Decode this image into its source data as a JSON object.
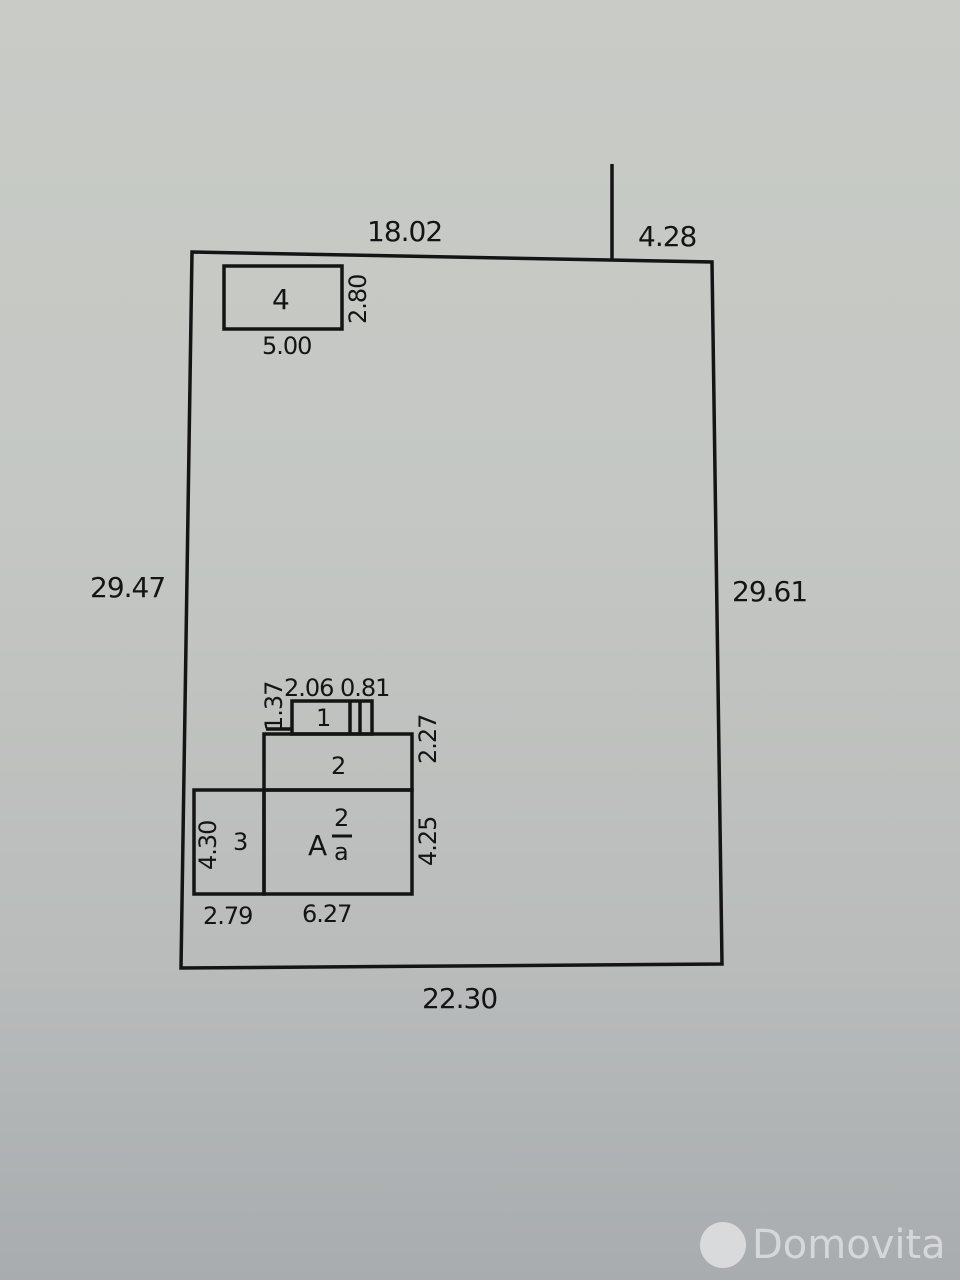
{
  "plan": {
    "type": "site plan",
    "plot": {
      "top_left_segment": "18.02",
      "top_right_segment": "4.28",
      "left_side": "29.47",
      "right_side": "29.61",
      "bottom_side": "22.30"
    },
    "building_4": {
      "label": "4",
      "width": "5.00",
      "depth": "2.80"
    },
    "building_1": {
      "label": "1",
      "width_a": "2.06",
      "width_b": "0.81",
      "depth": "1.37"
    },
    "building_2_upper": {
      "label": "2",
      "depth": "2.27"
    },
    "main_house": {
      "label_letter": "А",
      "label_numerator": "2",
      "label_denominator": "а",
      "width": "6.27",
      "depth": "4.25"
    },
    "building_3": {
      "label": "3",
      "width": "2.79",
      "depth": "4.30"
    }
  },
  "watermark": {
    "text": "Domovita"
  },
  "colors": {
    "paper": "#c6c9c4",
    "ink": "#141414",
    "watermark": "#d9dadc"
  }
}
